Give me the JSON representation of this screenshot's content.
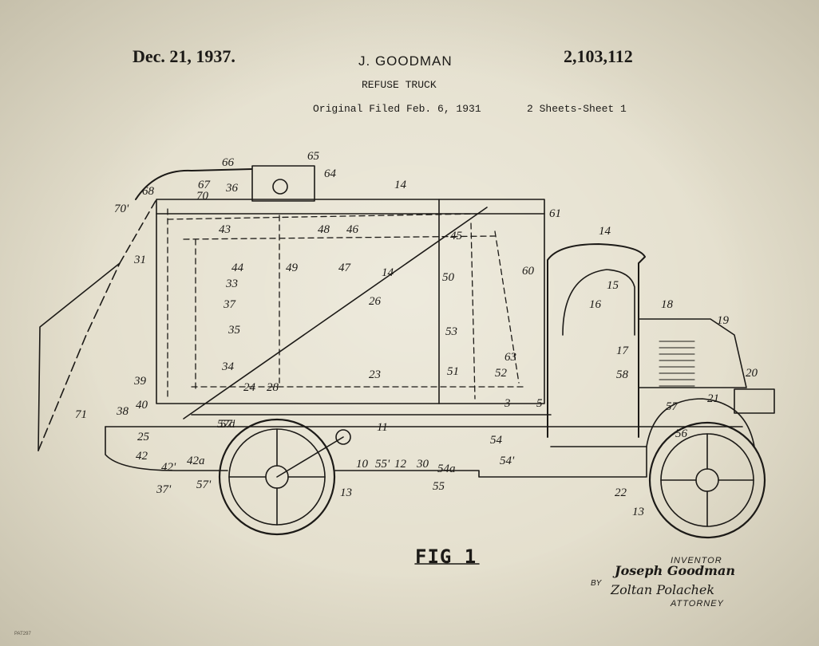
{
  "header": {
    "date": "Dec. 21, 1937.",
    "inventor": "J. GOODMAN",
    "patent_number": "2,103,112",
    "title": "REFUSE TRUCK",
    "filed": "Original Filed Feb. 6, 1931",
    "sheets": "2 Sheets-Sheet 1"
  },
  "figure_label": "FIG 1",
  "signature_block": {
    "inventor_caption": "INVENTOR",
    "inventor_signature": "Joseph Goodman",
    "by": "BY",
    "attorney_signature": "Zoltan Polachek",
    "attorney_caption": "ATTORNEY"
  },
  "footer_code": "PAT297",
  "reference_numerals": [
    "66",
    "65",
    "64",
    "14",
    "61",
    "68",
    "67",
    "70",
    "36",
    "70'",
    "43",
    "48",
    "46",
    "45",
    "14",
    "31",
    "44",
    "49",
    "47",
    "50",
    "60",
    "15",
    "18",
    "19",
    "33",
    "26",
    "16",
    "37",
    "35",
    "53",
    "17",
    "63",
    "34",
    "23",
    "51",
    "52",
    "58",
    "20",
    "39",
    "24",
    "28",
    "21",
    "40",
    "38",
    "57",
    "3",
    "5",
    "57'",
    "11",
    "54",
    "56",
    "25",
    "42",
    "10",
    "55'",
    "12",
    "30",
    "54'",
    "42'",
    "42a",
    "37'",
    "57'",
    "55",
    "54a",
    "22",
    "13",
    "13",
    "71",
    "14",
    "57a"
  ],
  "colors": {
    "paper": "#e4dfcd",
    "ink": "#1c1a17"
  }
}
